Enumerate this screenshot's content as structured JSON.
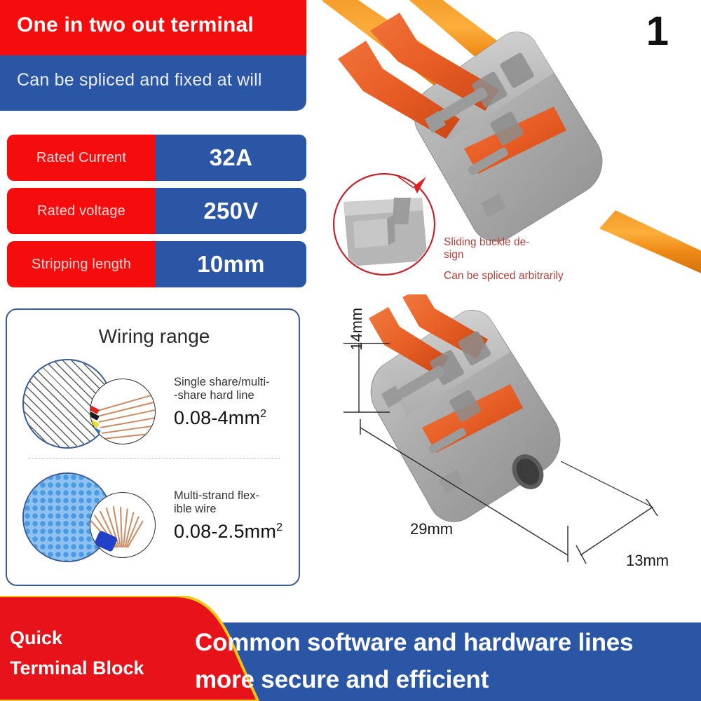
{
  "header": {
    "title": "One in two out terminal",
    "subtitle": "Can be spliced and fixed at will",
    "red_color": "#F50C0C",
    "blue_color": "#2B55A5"
  },
  "corner_number": "1",
  "specs": [
    {
      "label": "Rated Current",
      "value": "32A"
    },
    {
      "label": "Rated voltage",
      "value": "250V"
    },
    {
      "label": "Stripping length",
      "value": "10mm"
    }
  ],
  "wiring_panel": {
    "title": "Wiring range",
    "rows": [
      {
        "desc_line1": "Single share/multi-",
        "desc_line2": "-share hard line",
        "value": "0.08-4mm",
        "value_sup": "2",
        "left_circle": "hatched-cross-section",
        "right_circle": "hard-line-strands"
      },
      {
        "desc_line1": "Multi-strand flex-",
        "desc_line2": "ible wire",
        "value": "0.08-2.5mm",
        "value_sup": "2",
        "left_circle": "dotted-cross-section",
        "right_circle": "flexible-strand-brush"
      }
    ]
  },
  "photo_annotations": {
    "callout_line1": "Sliding buckle de-",
    "callout_line2": "sign",
    "callout_line3": "Can be spliced arbitrarily",
    "callout_color": "#b5403c"
  },
  "dimensions": {
    "height": "14mm",
    "length": "29mm",
    "width": "13mm"
  },
  "bottom_banner": {
    "brand_line1": "Quick",
    "brand_line2": "Terminal Block",
    "tagline_line1": "Common software and hardware lines",
    "tagline_line2": "more secure and efficient",
    "red_color": "#E8131A",
    "blue_color": "#2B55A5",
    "outline_color": "#F5C518"
  }
}
